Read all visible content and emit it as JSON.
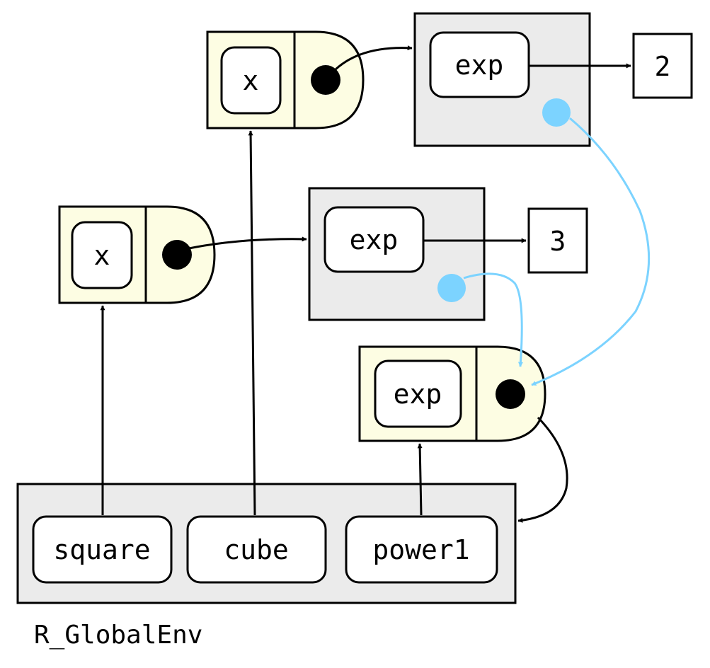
{
  "diagram": {
    "global_env": {
      "label": "R_GlobalEnv",
      "bindings": [
        "square",
        "cube",
        "power1"
      ]
    },
    "power1_function": {
      "formal": "exp"
    },
    "square_function": {
      "formal": "x"
    },
    "cube_function": {
      "formal": "x"
    },
    "square_env": {
      "binding": "exp",
      "value": "3"
    },
    "cube_env": {
      "binding": "exp",
      "value": "2"
    }
  },
  "colors": {
    "env_fill": "#EBEBEB",
    "function_fill": "#FDFDE3",
    "stroke": "#000000",
    "enclosure_link": "#7CD3FF",
    "binding_fill": "#FFFFFF"
  }
}
